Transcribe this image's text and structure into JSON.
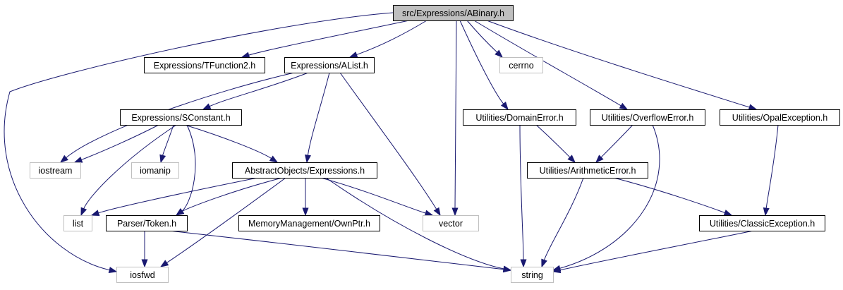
{
  "colors": {
    "background": "#ffffff",
    "root_fill": "#bfbfbf",
    "node_border": "#000000",
    "system_header_border": "#bfbfbf",
    "edge": "#191970",
    "text": "#000000"
  },
  "nodes": [
    {
      "id": "abinary",
      "label": "src/Expressions/ABinary.h",
      "kind": "root"
    },
    {
      "id": "tfunction2",
      "label": "Expressions/TFunction2.h",
      "kind": "project"
    },
    {
      "id": "alist",
      "label": "Expressions/AList.h",
      "kind": "project"
    },
    {
      "id": "cerrno",
      "label": "cerrno",
      "kind": "system"
    },
    {
      "id": "domainerror",
      "label": "Utilities/DomainError.h",
      "kind": "project"
    },
    {
      "id": "overflowerror",
      "label": "Utilities/OverflowError.h",
      "kind": "project"
    },
    {
      "id": "opalexception",
      "label": "Utilities/OpalException.h",
      "kind": "project"
    },
    {
      "id": "sconstant",
      "label": "Expressions/SConstant.h",
      "kind": "project"
    },
    {
      "id": "iostream",
      "label": "iostream",
      "kind": "system"
    },
    {
      "id": "iomanip",
      "label": "iomanip",
      "kind": "system"
    },
    {
      "id": "expressions",
      "label": "AbstractObjects/Expressions.h",
      "kind": "project"
    },
    {
      "id": "arithmeticerror",
      "label": "Utilities/ArithmeticError.h",
      "kind": "project"
    },
    {
      "id": "list",
      "label": "list",
      "kind": "system"
    },
    {
      "id": "token",
      "label": "Parser/Token.h",
      "kind": "project"
    },
    {
      "id": "ownptr",
      "label": "MemoryManagement/OwnPtr.h",
      "kind": "project"
    },
    {
      "id": "vector",
      "label": "vector",
      "kind": "system"
    },
    {
      "id": "classicexception",
      "label": "Utilities/ClassicException.h",
      "kind": "project"
    },
    {
      "id": "iosfwd",
      "label": "iosfwd",
      "kind": "system"
    },
    {
      "id": "string",
      "label": "string",
      "kind": "system"
    }
  ],
  "edges": [
    [
      "abinary",
      "iosfwd"
    ],
    [
      "abinary",
      "tfunction2"
    ],
    [
      "abinary",
      "alist"
    ],
    [
      "abinary",
      "vector"
    ],
    [
      "abinary",
      "domainerror"
    ],
    [
      "abinary",
      "cerrno"
    ],
    [
      "abinary",
      "overflowerror"
    ],
    [
      "abinary",
      "opalexception"
    ],
    [
      "alist",
      "iostream"
    ],
    [
      "alist",
      "sconstant"
    ],
    [
      "alist",
      "expressions"
    ],
    [
      "alist",
      "vector"
    ],
    [
      "sconstant",
      "iostream"
    ],
    [
      "sconstant",
      "iomanip"
    ],
    [
      "sconstant",
      "expressions"
    ],
    [
      "sconstant",
      "list"
    ],
    [
      "sconstant",
      "token"
    ],
    [
      "expressions",
      "list"
    ],
    [
      "expressions",
      "token"
    ],
    [
      "expressions",
      "ownptr"
    ],
    [
      "expressions",
      "vector"
    ],
    [
      "expressions",
      "string"
    ],
    [
      "expressions",
      "iosfwd"
    ],
    [
      "token",
      "iosfwd"
    ],
    [
      "token",
      "string"
    ],
    [
      "domainerror",
      "arithmeticerror"
    ],
    [
      "domainerror",
      "string"
    ],
    [
      "overflowerror",
      "arithmeticerror"
    ],
    [
      "overflowerror",
      "string"
    ],
    [
      "arithmeticerror",
      "classicexception"
    ],
    [
      "arithmeticerror",
      "string"
    ],
    [
      "opalexception",
      "classicexception"
    ],
    [
      "classicexception",
      "string"
    ]
  ]
}
